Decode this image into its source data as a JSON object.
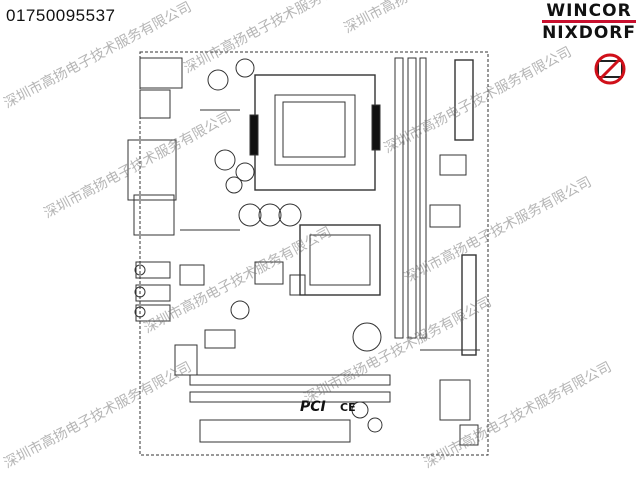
{
  "document": {
    "part_number": "01750095537",
    "brand_line1": "WINCOR",
    "brand_line2": "NIXDORF",
    "brand_accent_color": "#c8102e"
  },
  "board_labels": {
    "pci_logo": "PCI",
    "ce_mark": "CE"
  },
  "watermark": {
    "text": "深圳市高扬电子技术服务有限公司"
  },
  "icons": [
    "no-entry-sign-icon"
  ]
}
